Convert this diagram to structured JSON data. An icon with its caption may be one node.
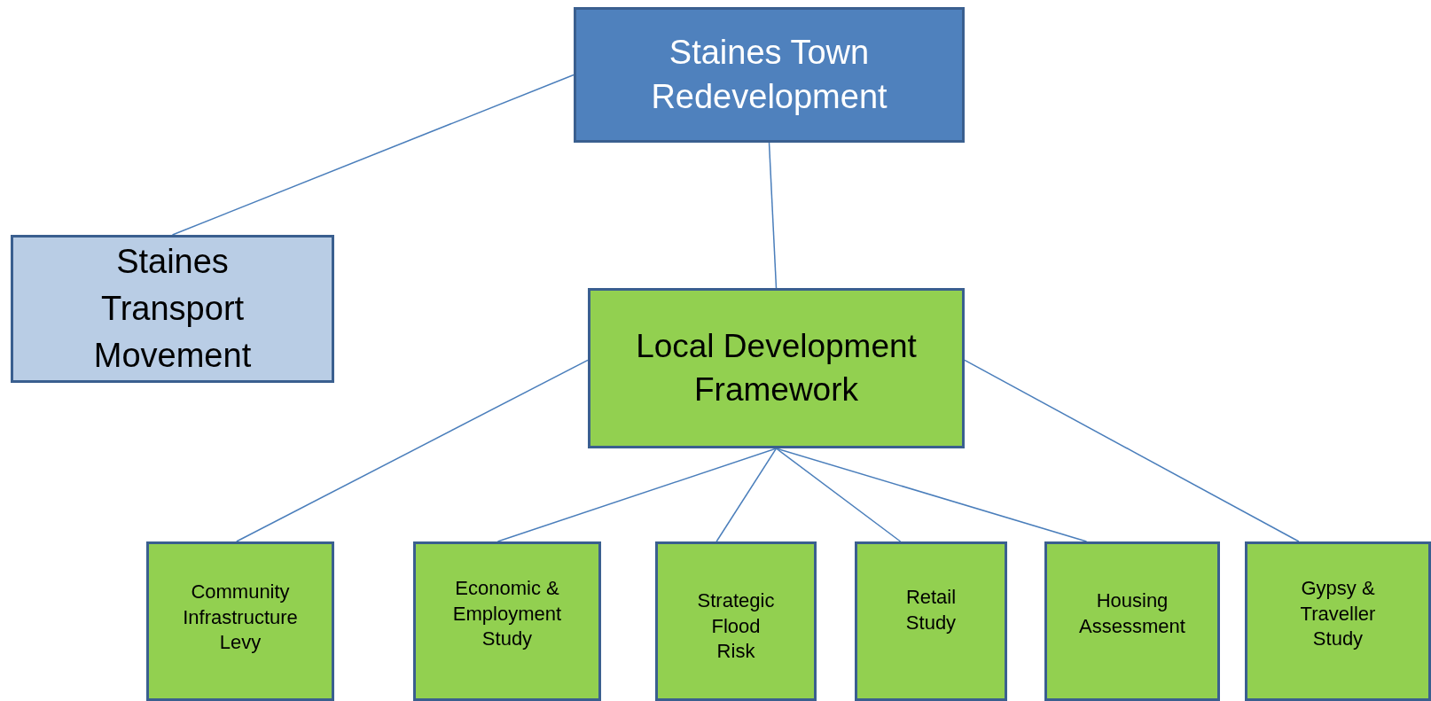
{
  "diagram": {
    "nodes": [
      {
        "text": [
          "Staines Town Redevelopment"
        ]
      },
      {
        "text": [
          "Staines Transport Movement"
        ]
      },
      {
        "text": [
          "Local Development Framework"
        ]
      },
      {
        "text": [
          "Community Infrastructure Levy"
        ]
      },
      {
        "text": [
          "Economic & Employment Study"
        ]
      },
      {
        "text": [
          "Strategic Flood Risk"
        ]
      },
      {
        "text": [
          "Retail Study"
        ]
      },
      {
        "text": [
          "Housing Assessment"
        ]
      },
      {
        "text": [
          "Gypsy & Traveller Study"
        ]
      }
    ],
    "edges": [
      {
        "from": 0,
        "to": 1,
        "arrow": "none"
      },
      {
        "from": 0,
        "to": 2,
        "arrow": "none"
      },
      {
        "from": 2,
        "to": 3,
        "arrow": "none"
      },
      {
        "from": 2,
        "to": 4,
        "arrow": "none"
      },
      {
        "from": 2,
        "to": 5,
        "arrow": "none"
      },
      {
        "from": 2,
        "to": 6,
        "arrow": "none"
      },
      {
        "from": 2,
        "to": 7,
        "arrow": "none"
      },
      {
        "from": 2,
        "to": 8,
        "arrow": "none"
      }
    ]
  }
}
